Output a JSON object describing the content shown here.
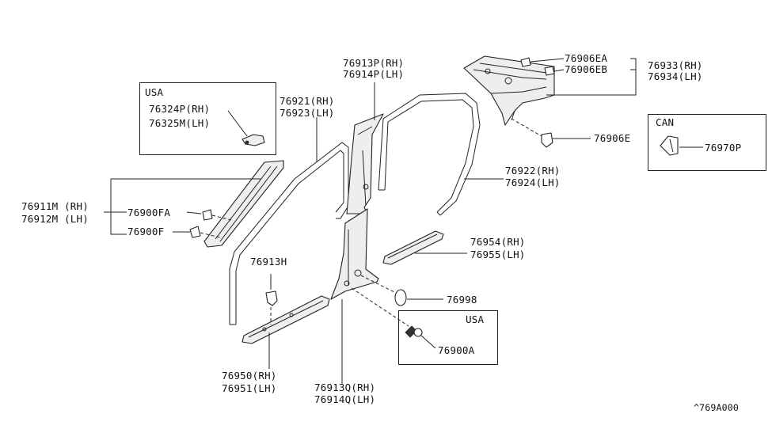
{
  "diagram": {
    "callouts": {
      "p76913P": "76913P(RH)",
      "p76914P": "76914P(LH)",
      "p76906EA": "76906EA",
      "p76906EB": "76906EB",
      "p76933": "76933(RH)",
      "p76934": "76934(LH)",
      "p76921": "76921(RH)",
      "p76923": "76923(LH)",
      "p76906E": "76906E",
      "p76970P": "76970P",
      "p76922": "76922(RH)",
      "p76924": "76924(LH)",
      "p76911M": "76911M (RH)",
      "p76912M": "76912M (LH)",
      "p76900FA": "76900FA",
      "p76900F": "76900F",
      "p76954": "76954(RH)",
      "p76955": "76955(LH)",
      "p76913H": "76913H",
      "p76998": "76998",
      "p76950": "76950(RH)",
      "p76951": "76951(LH)",
      "p76913Q": "76913Q(RH)",
      "p76914Q": "76914Q(LH)",
      "p76900A": "76900A"
    },
    "usa_box_top": {
      "region": "USA",
      "line1": "76324P(RH)",
      "line2": "76325M(LH)"
    },
    "usa_box_bottom": {
      "region": "USA"
    },
    "can_box": {
      "region": "CAN"
    },
    "reference_code": "^769A000"
  }
}
